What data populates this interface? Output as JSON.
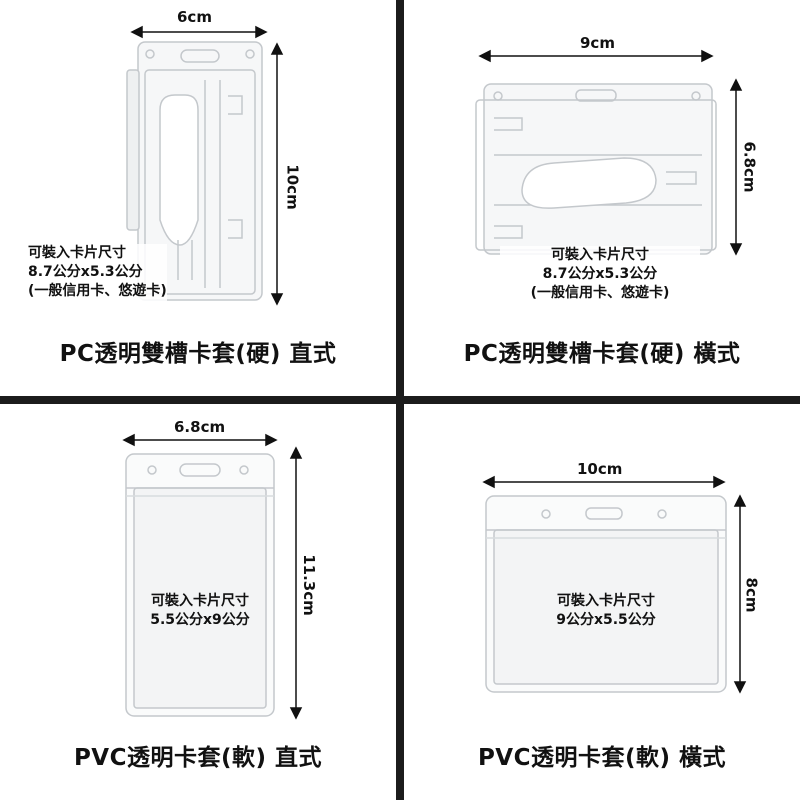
{
  "panels": [
    {
      "caption": "PC透明雙槽卡套(硬) 直式",
      "width_label": "6cm",
      "height_label": "10cm",
      "note": [
        "可裝入卡片尺寸",
        "8.7公分x5.3公分",
        "(一般信用卡、悠遊卡)"
      ]
    },
    {
      "caption": "PC透明雙槽卡套(硬) 橫式",
      "width_label": "9cm",
      "height_label": "6.8cm",
      "note": [
        "可裝入卡片尺寸",
        "8.7公分x5.3公分",
        "(一般信用卡、悠遊卡)"
      ]
    },
    {
      "caption": "PVC透明卡套(軟) 直式",
      "width_label": "6.8cm",
      "height_label": "11.3cm",
      "note": [
        "可裝入卡片尺寸",
        "5.5公分x9公分"
      ]
    },
    {
      "caption": "PVC透明卡套(軟) 橫式",
      "width_label": "10cm",
      "height_label": "8cm",
      "note": [
        "可裝入卡片尺寸",
        "9公分x5.5公分"
      ]
    }
  ]
}
